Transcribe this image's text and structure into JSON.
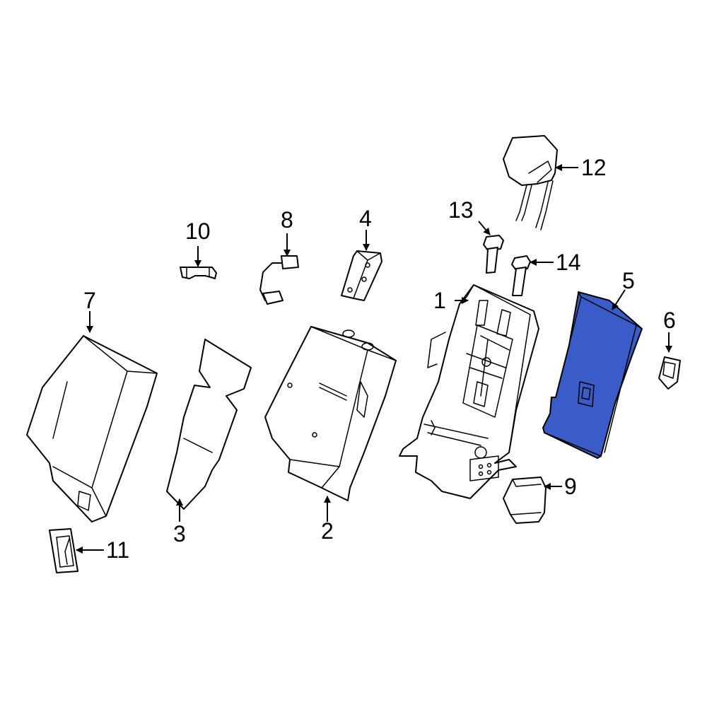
{
  "highlight_color": "#3a5cc8",
  "highlighted_part": "5",
  "callouts": [
    {
      "id": "1",
      "label": "1"
    },
    {
      "id": "2",
      "label": "2"
    },
    {
      "id": "3",
      "label": "3"
    },
    {
      "id": "4",
      "label": "4"
    },
    {
      "id": "5",
      "label": "5"
    },
    {
      "id": "6",
      "label": "6"
    },
    {
      "id": "7",
      "label": "7"
    },
    {
      "id": "8",
      "label": "8"
    },
    {
      "id": "9",
      "label": "9"
    },
    {
      "id": "10",
      "label": "10"
    },
    {
      "id": "11",
      "label": "11"
    },
    {
      "id": "12",
      "label": "12"
    },
    {
      "id": "13",
      "label": "13"
    },
    {
      "id": "14",
      "label": "14"
    }
  ]
}
